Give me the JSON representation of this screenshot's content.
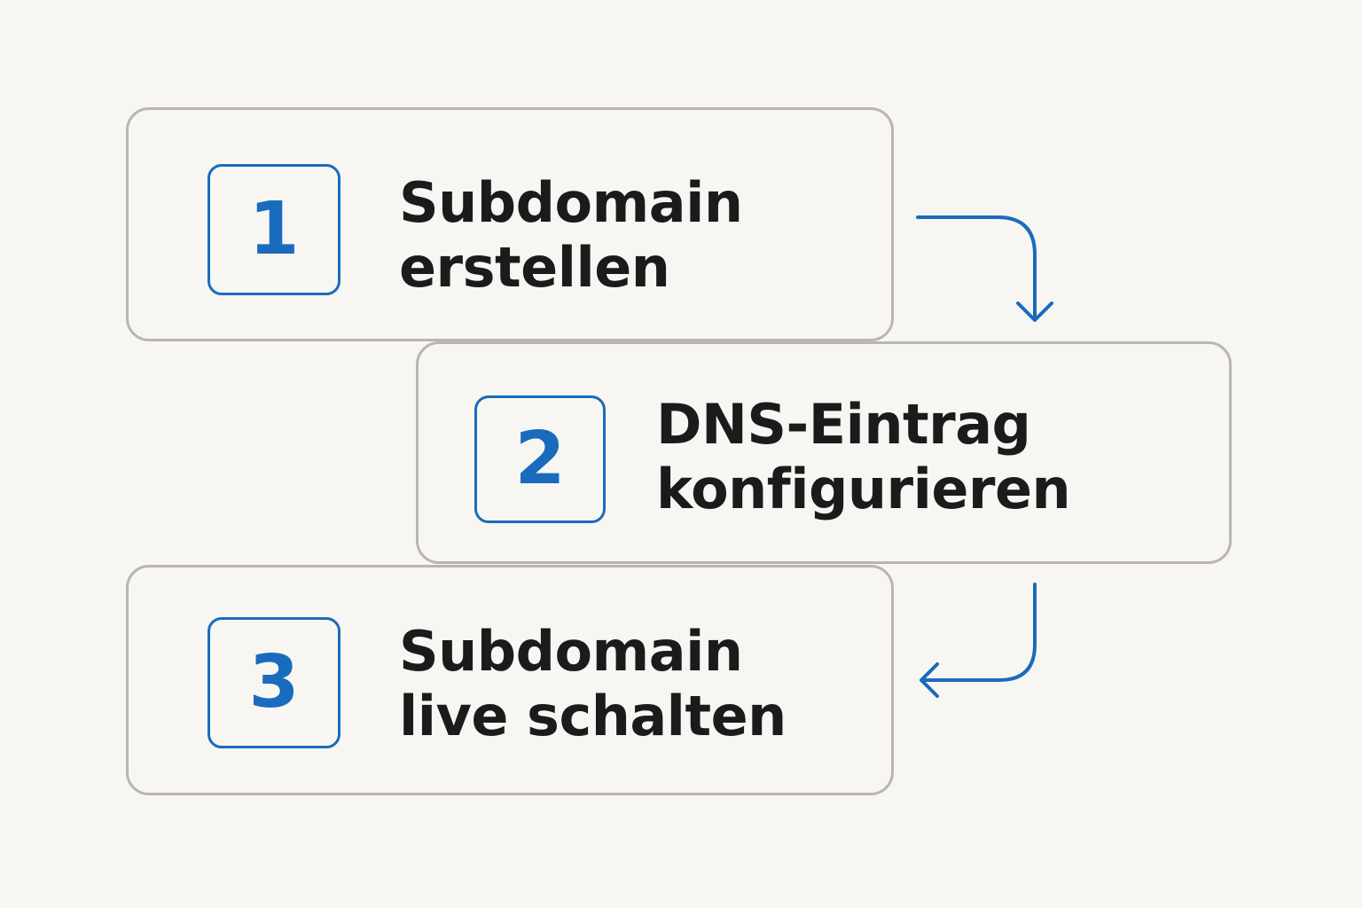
{
  "colors": {
    "background": "#f8f6f2",
    "card_border": "#b9b6b1",
    "accent": "#1a6bbd",
    "text": "#1b1b1b"
  },
  "steps": [
    {
      "number": "1",
      "line1": "Subdomain",
      "line2": "erstellen"
    },
    {
      "number": "2",
      "line1": "DNS-Eintrag",
      "line2": "konfigurieren"
    },
    {
      "number": "3",
      "line1": "Subdomain",
      "line2": "live schalten"
    }
  ],
  "connectors": [
    {
      "from": "1",
      "to": "2",
      "icon": "arrow-down-icon"
    },
    {
      "from": "2",
      "to": "3",
      "icon": "arrow-left-icon"
    }
  ]
}
